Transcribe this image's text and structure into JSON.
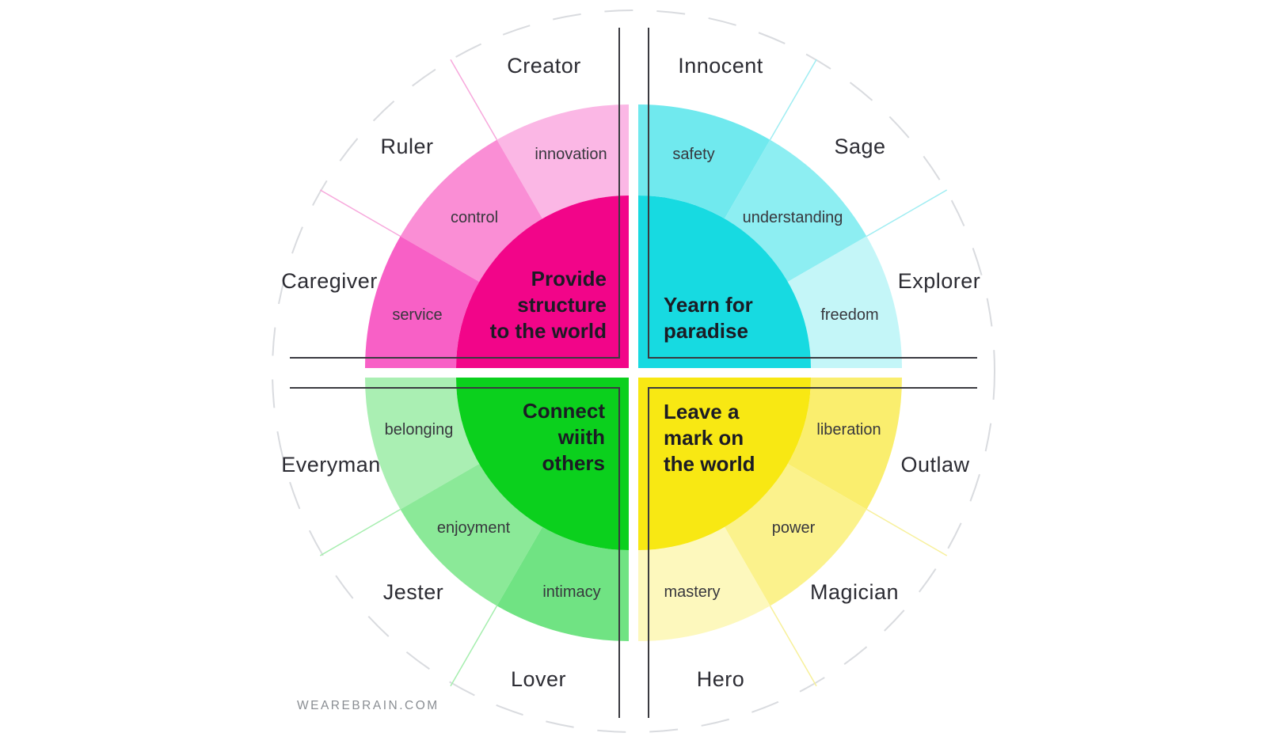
{
  "watermark": "WEAREBRAIN.COM",
  "colors": {
    "background": "#ffffff",
    "axis": "#3a3a40",
    "dashed_circle": "#d9dbdf"
  },
  "quadrants": [
    {
      "position": "top-left",
      "goal": "Provide structure to the world",
      "goal_lines": [
        "Provide",
        "structure",
        "to the world"
      ],
      "inner_color": "#f20589",
      "ray_color": "#f7a8dc",
      "archetypes": [
        "Creator",
        "Ruler",
        "Caregiver"
      ],
      "sectors": [
        {
          "label": "innovation",
          "color": "#fbb7e5"
        },
        {
          "label": "control",
          "color": "#fa8ed5"
        },
        {
          "label": "service",
          "color": "#f860c6"
        }
      ]
    },
    {
      "position": "top-right",
      "goal": "Yearn for paradise",
      "goal_lines": [
        "Yearn for",
        "paradise"
      ],
      "inner_color": "#17dae1",
      "ray_color": "#9fedf2",
      "archetypes": [
        "Innocent",
        "Sage",
        "Explorer"
      ],
      "sectors": [
        {
          "label": "safety",
          "color": "#70e9ee"
        },
        {
          "label": "understanding",
          "color": "#8deef2"
        },
        {
          "label": "freedom",
          "color": "#c4f6f8"
        }
      ]
    },
    {
      "position": "bottom-left",
      "goal": "Connect wiith others",
      "goal_lines": [
        "Connect",
        "wiith",
        "others"
      ],
      "inner_color": "#0bd01d",
      "ray_color": "#a5eeae",
      "archetypes": [
        "Everyman",
        "Jester",
        "Lover"
      ],
      "sectors": [
        {
          "label": "belonging",
          "color": "#aaefb3"
        },
        {
          "label": "enjoyment",
          "color": "#8be998"
        },
        {
          "label": "intimacy",
          "color": "#70e383"
        }
      ]
    },
    {
      "position": "bottom-right",
      "goal": "Leave a mark on the world",
      "goal_lines": [
        "Leave a",
        "mark on",
        "the world"
      ],
      "inner_color": "#f8e813",
      "ray_color": "#f7f09a",
      "archetypes": [
        "Outlaw",
        "Magician",
        "Hero"
      ],
      "sectors": [
        {
          "label": "liberation",
          "color": "#faee6e"
        },
        {
          "label": "power",
          "color": "#fbf28c"
        },
        {
          "label": "mastery",
          "color": "#fdf8bd"
        }
      ]
    }
  ]
}
